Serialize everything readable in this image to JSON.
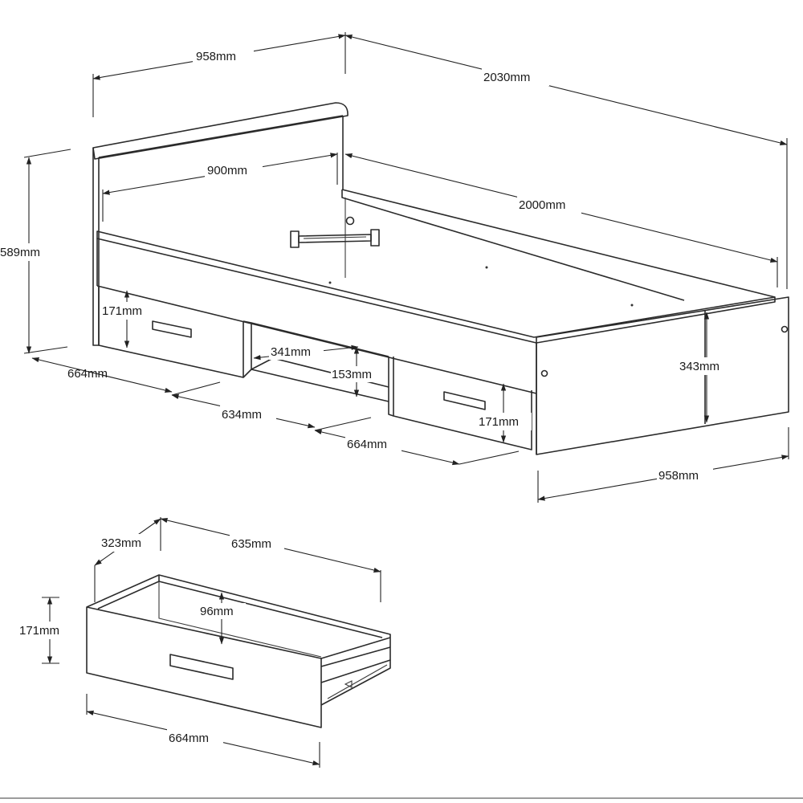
{
  "bed": {
    "dims": {
      "width_top": "958mm",
      "length_top": "2030mm",
      "inner_width": "900mm",
      "inner_length": "2000mm",
      "height_total": "589mm",
      "drawer_height_left": "171mm",
      "drawer_width_left": "664mm",
      "shelf_depth": "341mm",
      "shelf_height": "153mm",
      "gap_width": "634mm",
      "drawer_width_right": "664mm",
      "drawer_height_right": "171mm",
      "side_height": "343mm",
      "width_bottom": "958mm"
    }
  },
  "drawer": {
    "dims": {
      "depth": "323mm",
      "length": "635mm",
      "height": "171mm",
      "inner_height": "96mm",
      "width": "664mm"
    }
  }
}
